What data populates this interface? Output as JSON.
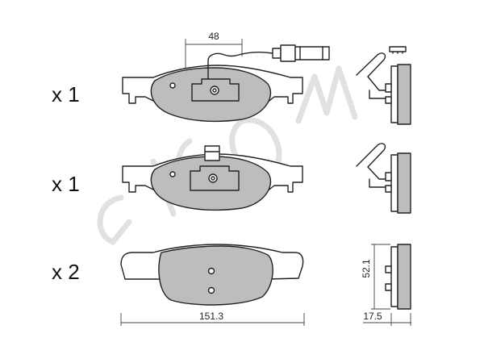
{
  "quantities": [
    "x 1",
    "x 1",
    "x 2"
  ],
  "dimensions": {
    "sensor_offset": "48",
    "pad_length": "151.3",
    "pad_height": "52.1",
    "pad_thickness": "17.5"
  },
  "colors": {
    "friction": "#bdbdbd",
    "outline": "#222222",
    "watermark": "#e1e1e1"
  }
}
